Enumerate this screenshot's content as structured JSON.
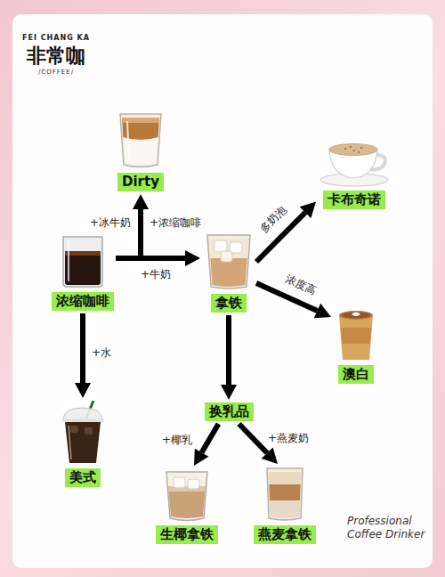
{
  "diagram": {
    "nodes": [
      {
        "text": [
          "Dirty"
        ]
      },
      {
        "text": [
          "卡布奇诺"
        ]
      },
      {
        "text": [
          "浓缩咖啡"
        ]
      },
      {
        "text": [
          "拿铁"
        ]
      },
      {
        "text": [
          "澳白"
        ]
      },
      {
        "text": [
          "换乳品"
        ]
      },
      {
        "text": [
          "美式"
        ]
      },
      {
        "text": [
          "生椰拿铁"
        ]
      },
      {
        "text": [
          "燕麦拿铁"
        ]
      }
    ],
    "edges": [
      {
        "from": 2,
        "to": 3,
        "label": "+牛奶",
        "arrow": "to"
      },
      {
        "from": 2,
        "to": 0,
        "label": "+冰牛奶",
        "arrow": "to"
      },
      {
        "from": 3,
        "to": 1,
        "label": "多奶泡",
        "arrow": "to"
      },
      {
        "from": 3,
        "to": 4,
        "label": "浓度高",
        "arrow": "to"
      },
      {
        "from": 2,
        "to": 6,
        "label": "+水",
        "arrow": "to"
      },
      {
        "from": 3,
        "to": 5,
        "arrow": "to"
      },
      {
        "from": 5,
        "to": 7,
        "label": "+椰乳",
        "arrow": "to"
      },
      {
        "from": 5,
        "to": 8,
        "label": "+燕麦奶",
        "arrow": "to"
      }
    ],
    "labels": [
      "FEI CHANG KA",
      "非常咖",
      "/COFFEE/",
      "+浓缩咖啡",
      "Professional Coffee Drinker"
    ]
  }
}
